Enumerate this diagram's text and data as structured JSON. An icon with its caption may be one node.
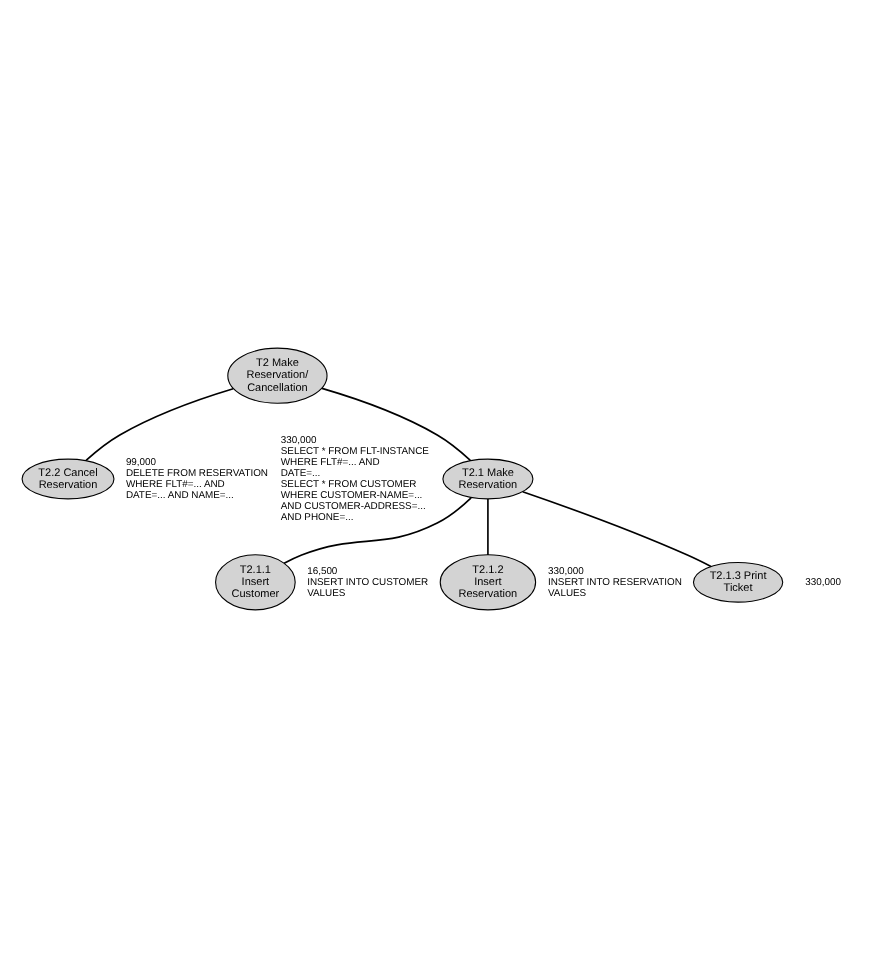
{
  "diagram": {
    "nodes": [
      {
        "text": [
          "T2 Make Reservation/ Cancellation"
        ]
      },
      {
        "text": [
          "T2.1 Make Reservation"
        ],
        "beside": [
          "330,000",
          "SELECT * FROM FLT-INSTANCE WHERE FLT#=... AND DATE=...",
          "SELECT * FROM CUSTOMER WHERE CUSTOMER-NAME=... AND CUSTOMER-ADDRESS=... AND PHONE=..."
        ]
      },
      {
        "text": [
          "T2.2 Cancel Reservation"
        ],
        "beside": [
          "99,000",
          "DELETE FROM RESERVATION WHERE FLT#=... AND DATE=... AND NAME=..."
        ]
      },
      {
        "text": [
          "T2.1.1 Insert Customer"
        ],
        "beside": [
          "16,500",
          "INSERT INTO CUSTOMER VALUES"
        ]
      },
      {
        "text": [
          "T2.1.2 Insert Reservation"
        ],
        "beside": [
          "330,000",
          "INSERT INTO RESERVATION VALUES"
        ]
      },
      {
        "text": [
          "T2.1.3 Print Ticket"
        ],
        "beside": [
          "330,000"
        ]
      }
    ],
    "edges": [
      {
        "from": 0,
        "to": 1,
        "arrow": "none"
      },
      {
        "from": 0,
        "to": 2,
        "arrow": "none"
      },
      {
        "from": 1,
        "to": 3,
        "arrow": "none"
      },
      {
        "from": 1,
        "to": 4,
        "arrow": "none"
      },
      {
        "from": 1,
        "to": 5,
        "arrow": "none"
      }
    ]
  }
}
